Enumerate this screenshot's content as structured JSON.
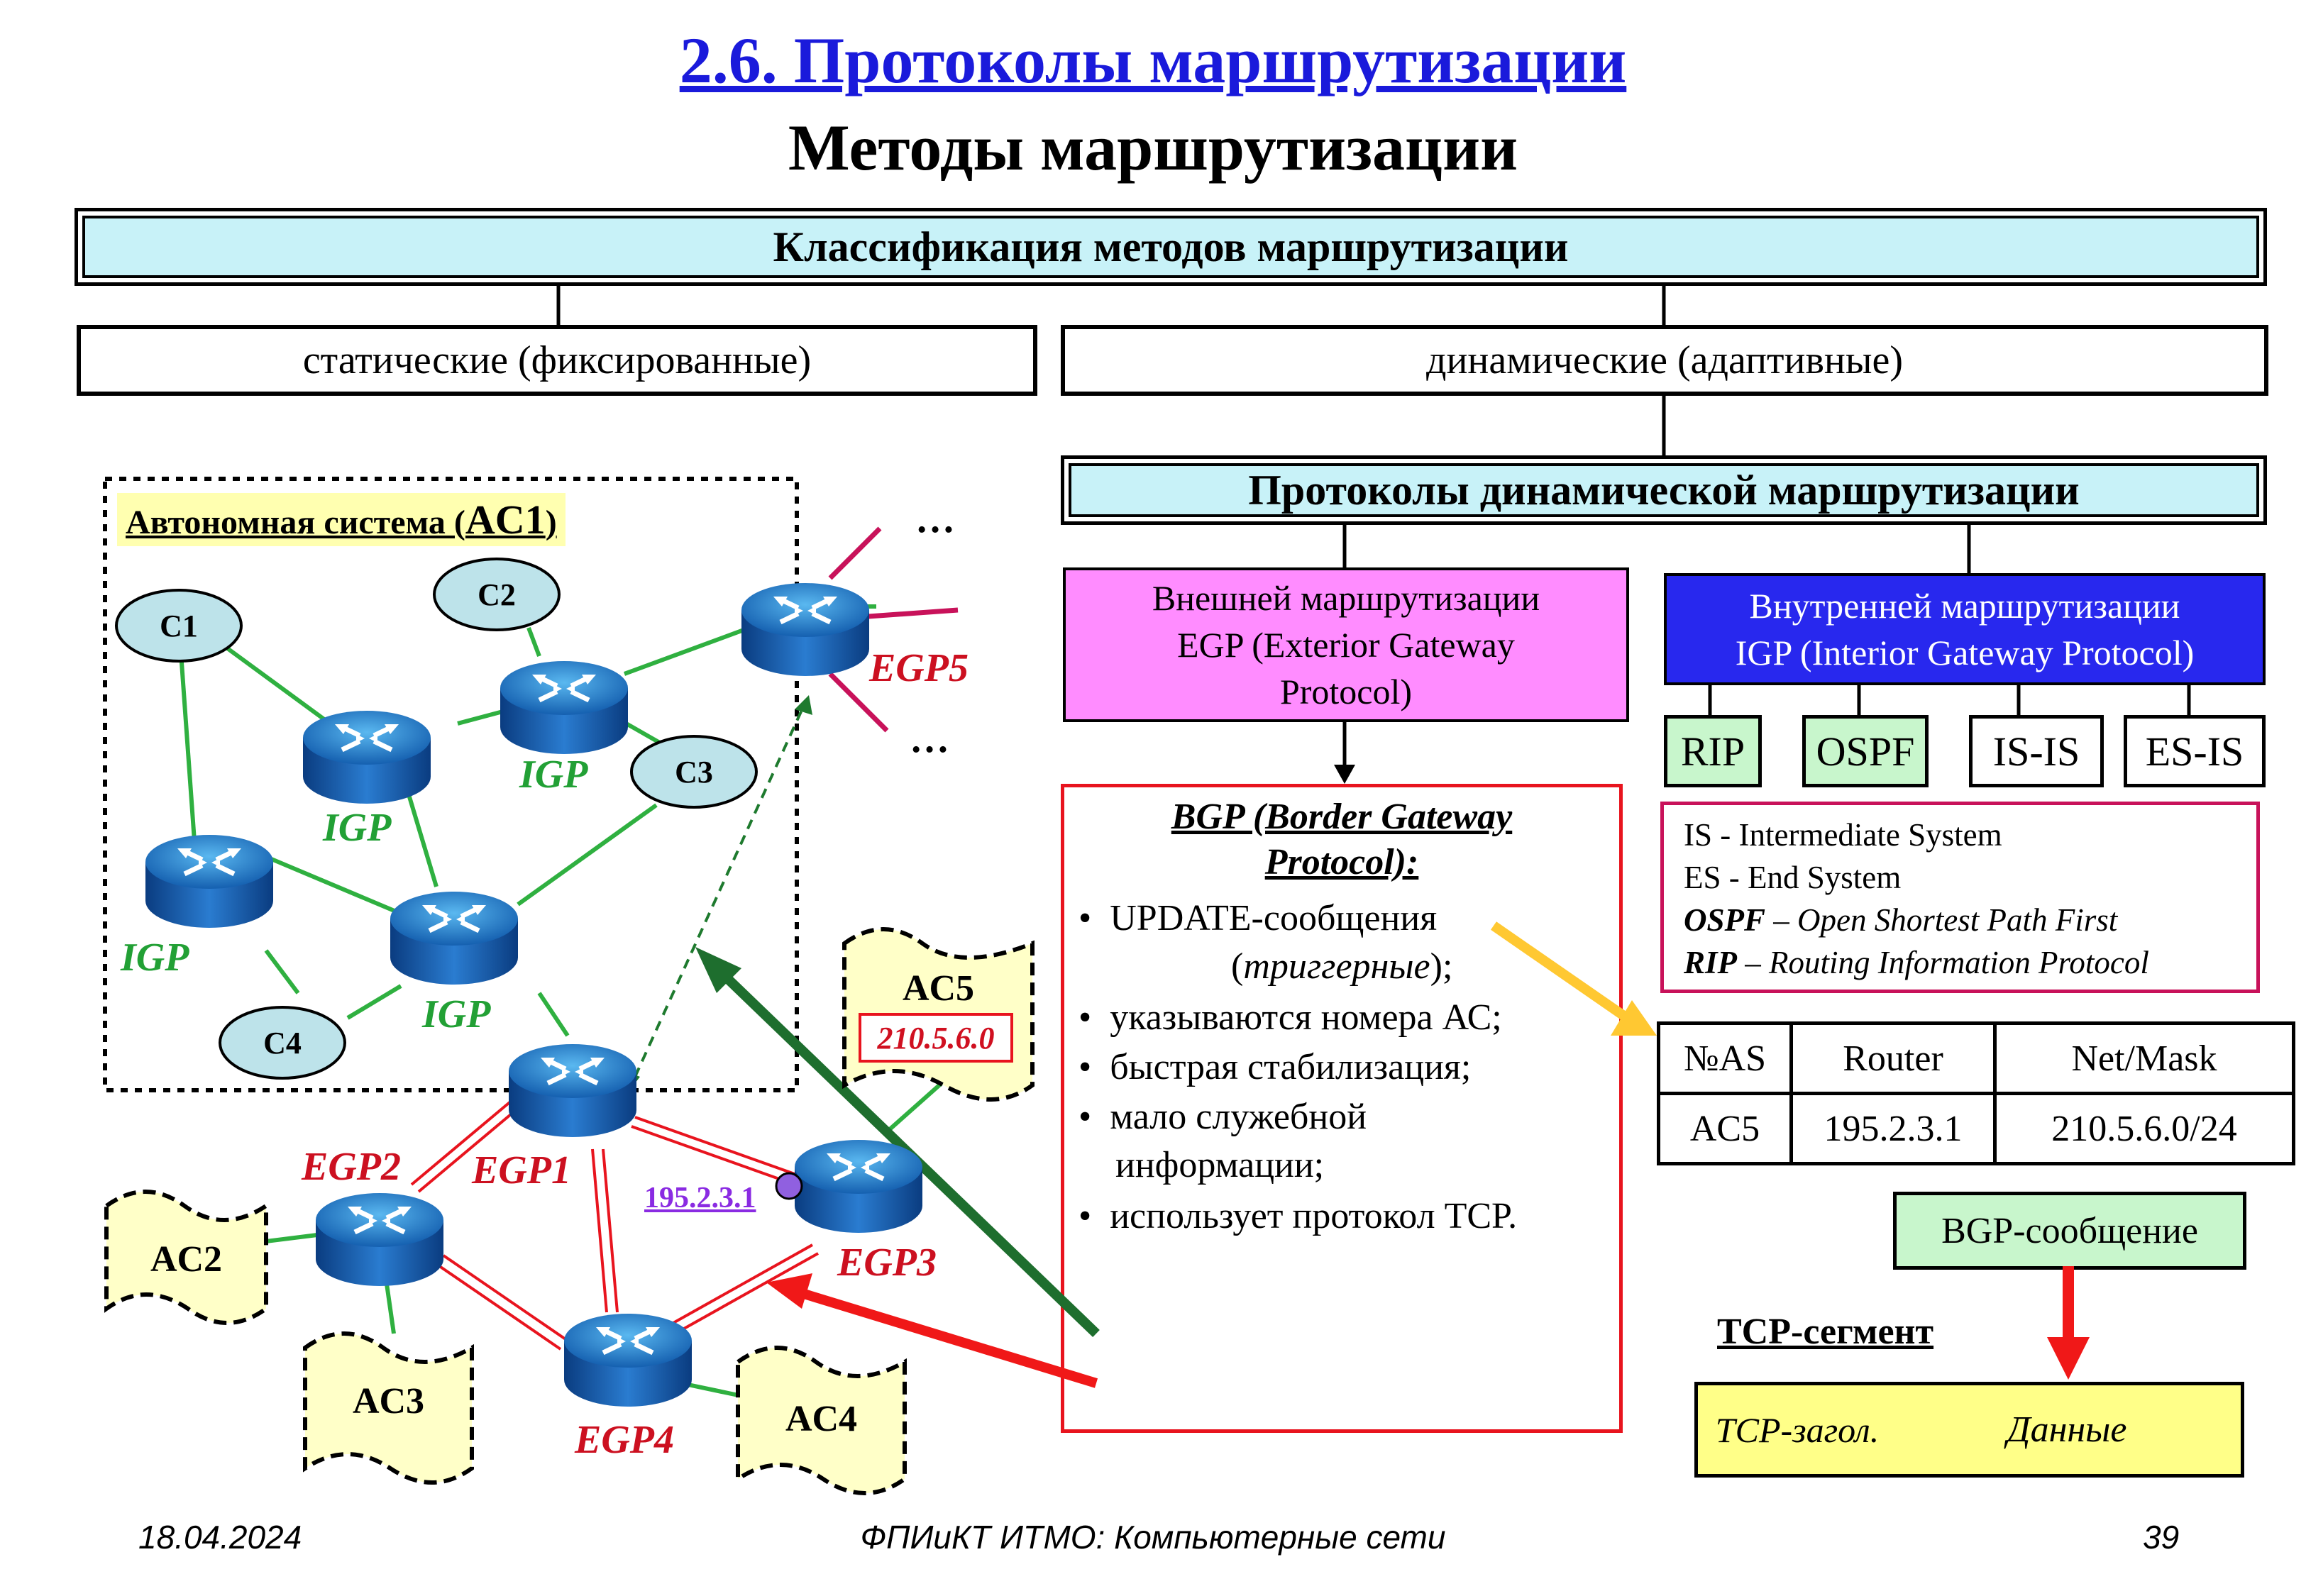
{
  "title": "2.6. Протоколы маршрутизации",
  "subtitle": "Методы маршрутизации",
  "classification": {
    "root": "Классификация методов маршрутизации",
    "static": "статические (фиксированные)",
    "dynamic": "динамические (адаптивные)",
    "protocols": "Протоколы динамической маршрутизации"
  },
  "egp": {
    "line1": "Внешней маршрутизации",
    "line2": "EGP (Exterior Gateway",
    "line3": "Protocol)"
  },
  "igp": {
    "line1": "Внутренней маршрутизации",
    "line2": "IGP (Interior Gateway Protocol)"
  },
  "igp_protocols": [
    "RIP",
    "OSPF",
    "IS-IS",
    "ES-IS"
  ],
  "abbrev": {
    "is": "IS - Intermediate System",
    "es": "ES - End System",
    "ospf_key": "OSPF",
    "ospf_val": " – Open Shortest Path First",
    "rip_key": "RIP",
    "rip_val": " – Routing Information Protocol"
  },
  "bgp": {
    "title1": "BGP (Border Gateway",
    "title2": "Protocol):",
    "b1a": "UPDATE-сообщения",
    "b1b_pre": "(",
    "b1b_it": "триггерные",
    "b1b_post": ");",
    "b2": "указываются номера АС;",
    "b3": "быстрая стабилизация;",
    "b4a": "мало служебной",
    "b4b": "информации;",
    "b5": "использует протокол TCP."
  },
  "as_table": {
    "headers": [
      "№AS",
      "Router",
      "Net/Mask"
    ],
    "row": [
      "AC5",
      "195.2.3.1",
      "210.5.6.0/24"
    ]
  },
  "bgp_message": "BGP-сообщение",
  "tcp": {
    "label": "TCP-сегмент",
    "header": "TCP-загол.",
    "data": "Данные"
  },
  "network": {
    "as1_label_pre": "Автономная система (",
    "as1_label_big": "AC1",
    "as1_label_post": ")",
    "clients": [
      "C1",
      "C2",
      "C3",
      "C4"
    ],
    "igp": "IGP",
    "egp_labels": [
      "EGP1",
      "EGP2",
      "EGP3",
      "EGP4",
      "EGP5"
    ],
    "as_names": [
      "AC2",
      "AC3",
      "AC4",
      "AC5"
    ],
    "ac5_net": "210.5.6.0",
    "ip": "195.2.3.1",
    "dots": "…"
  },
  "footer": {
    "date": "18.04.2024",
    "center": "ФПИиКТ ИТМО: Компьютерные сети",
    "page": "39"
  },
  "colors": {
    "title": "#1a1adb",
    "cyan_box": "#c8f2f8",
    "egp_box": "#ff8cff",
    "igp_box": "#2828ee",
    "green_box": "#c8f6cc",
    "yellow": "#ffff88",
    "red": "#e8141e",
    "igp_text": "#22a035",
    "egp_text": "#cc1020"
  }
}
